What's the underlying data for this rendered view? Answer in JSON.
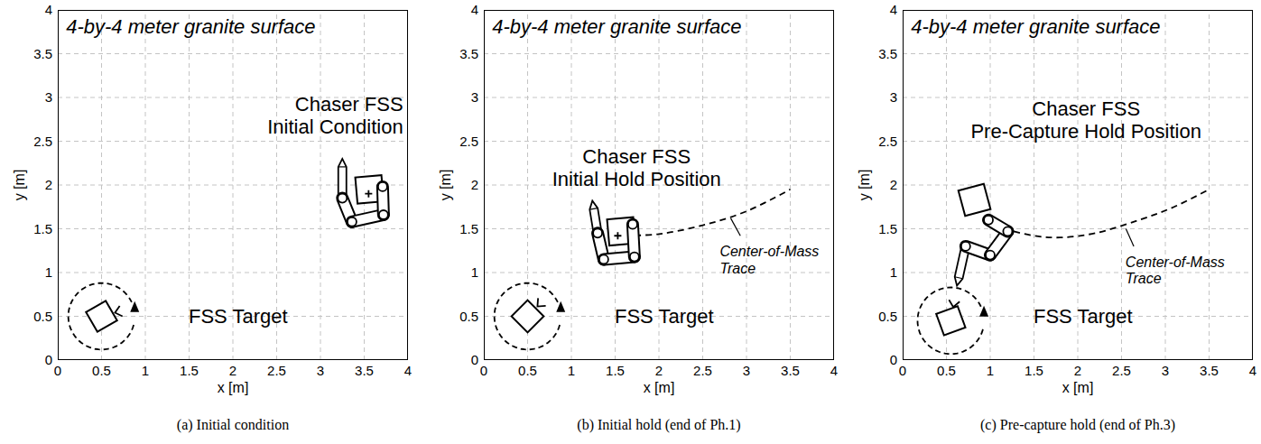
{
  "diagram": {
    "nodes": [
      {
        "text": [
          "4-by-4 meter granite surface",
          "Chaser FSS Initial Condition",
          "FSS Target"
        ]
      },
      {
        "text": [
          "4-by-4 meter granite surface",
          "Chaser FSS Initial Hold Position",
          "Center-of-Mass Trace",
          "FSS Target"
        ]
      },
      {
        "text": [
          "4-by-4 meter granite surface",
          "Chaser FSS Pre-Capture Hold Position",
          "Center-of-Mass Trace",
          "FSS Target"
        ]
      }
    ],
    "labels": [
      "0",
      "0.5",
      "1",
      "1.5",
      "2",
      "2.5",
      "3",
      "3.5",
      "4",
      "y [m]",
      "0",
      "0.5",
      "1",
      "1.5",
      "2",
      "2.5",
      "3",
      "3.5",
      "4",
      "x [m]",
      "(a) Initial condition",
      "0",
      "0.5",
      "1",
      "1.5",
      "2",
      "2.5",
      "3",
      "3.5",
      "4",
      "y [m]",
      "0",
      "0.5",
      "1",
      "1.5",
      "2",
      "2.5",
      "3",
      "3.5",
      "4",
      "x [m]",
      "(b) Initial hold (end of Ph.1)",
      "0",
      "0.5",
      "1",
      "1.5",
      "2",
      "2.5",
      "3",
      "3.5",
      "4",
      "y [m]",
      "0",
      "0.5",
      "1",
      "1.5",
      "2",
      "2.5",
      "3",
      "3.5",
      "4",
      "x [m]",
      "(c) Pre-capture hold (end of Ph.3)"
    ]
  }
}
